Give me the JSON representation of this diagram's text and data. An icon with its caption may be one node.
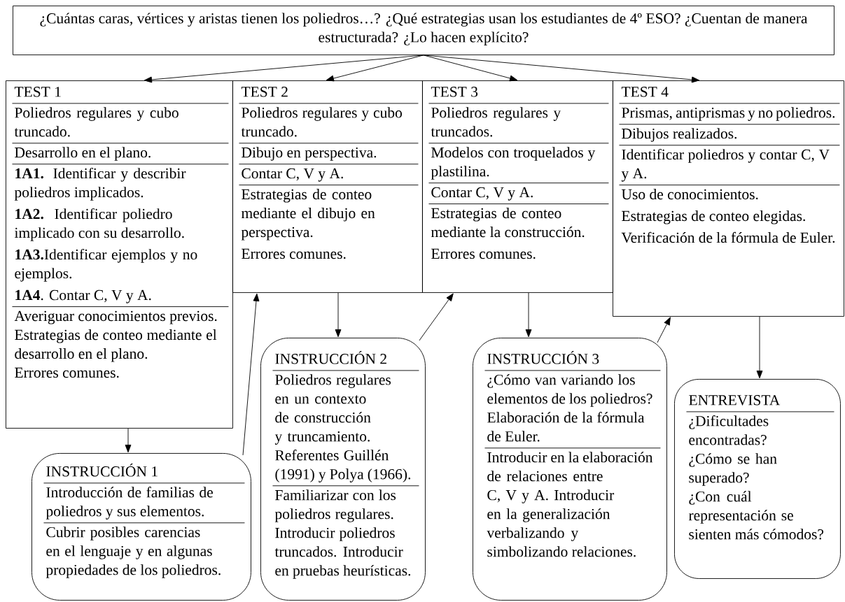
{
  "diagram": {
    "nodes": [
      {
        "text": [
          "¿Cuántas caras, vértices y aristas tienen los poliedros…? ¿Qué estrategias usan los estudiantes de 4º ESO? ¿Cuentan de manera estructurada? ¿Lo hacen explícito?"
        ]
      },
      {
        "text": [
          "TEST 1",
          "Poliedros regulares y cubo truncado.",
          "Desarrollo en el plano.",
          "**1A1.** Identificar y describir poliedros implicados.",
          "**1A2.** Identificar poliedro implicado con su desarrollo.",
          "**1A3.**Identificar ejemplos y no ejemplos.",
          "**1A4**. Contar C, V y A.",
          "Averiguar conocimientos previos.",
          "Estrategias de conteo mediante el desarrollo en el plano.",
          "Errores comunes."
        ]
      },
      {
        "text": [
          "TEST 2",
          "Poliedros regulares y cubo truncado.",
          "Dibujo en perspectiva.",
          "Contar C, V y A.",
          "Estrategias de conteo mediante el dibujo en perspectiva.",
          "Errores comunes."
        ]
      },
      {
        "text": [
          "TEST 3",
          "Poliedros regulares y truncados.",
          "Modelos con troquelados y plastilina.",
          "Contar C, V y A.",
          "Estrategias de conteo mediante la construcción.",
          "Errores comunes."
        ]
      },
      {
        "text": [
          "TEST 4",
          "Prismas, antiprismas y no poliedros.",
          "Dibujos realizados.",
          "Identificar poliedros y contar C, V y A.",
          "Uso de conocimientos.",
          "Estrategias de conteo elegidas.",
          "Verificación de la fórmula de Euler."
        ]
      },
      {
        "text": [
          "INSTRUCCIÓN 1",
          "Introducción de familias de poliedros y sus elementos.",
          "Cubrir posibles carencias en el lenguaje y en algunas propiedades de los poliedros."
        ]
      },
      {
        "text": [
          "INSTRUCCIÓN 2",
          "Poliedros regulares en un contexto de construcción y truncamiento. Referentes Guillén (1991) y Polya (1966).",
          "Familiarizar con los poliedros regulares. Introducir poliedros truncados. Introducir en pruebas heurísticas."
        ]
      },
      {
        "text": [
          "INSTRUCCIÓN 3",
          "¿Cómo van variando los elementos de los poliedros? Elaboración de la fórmula de Euler.",
          "Introducir en la elaboración de relaciones entre C, V y A. Introducir en la generalización verbalizando y simbolizando relaciones."
        ]
      },
      {
        "text": [
          "ENTREVISTA",
          "¿Dificultades encontradas?",
          "¿Cómo se han superado?",
          "¿Con cuál representación se sienten más cómodos?"
        ]
      }
    ],
    "edges": [
      {
        "from": 0,
        "to": 1,
        "arrow": "to"
      },
      {
        "from": 0,
        "to": 2,
        "arrow": "to"
      },
      {
        "from": 0,
        "to": 3,
        "arrow": "to"
      },
      {
        "from": 0,
        "to": 4,
        "arrow": "to"
      },
      {
        "from": 1,
        "to": 5,
        "arrow": "to"
      },
      {
        "from": 5,
        "to": 2,
        "arrow": "to"
      },
      {
        "from": 2,
        "to": 6,
        "arrow": "to"
      },
      {
        "from": 6,
        "to": 3,
        "arrow": "to"
      },
      {
        "from": 3,
        "to": 7,
        "arrow": "to"
      },
      {
        "from": 7,
        "to": 4,
        "arrow": "to"
      },
      {
        "from": 4,
        "to": 8,
        "arrow": "to"
      }
    ]
  }
}
